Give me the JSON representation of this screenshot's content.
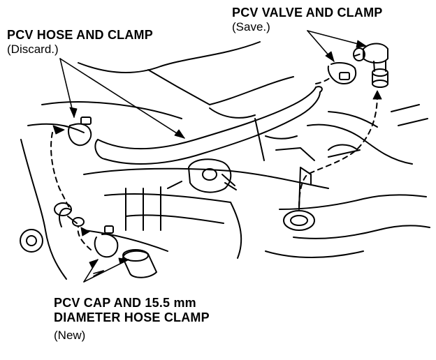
{
  "callouts": {
    "pcv_hose": {
      "title": "PCV HOSE AND CLAMP",
      "note": "(Discard.)"
    },
    "pcv_valve": {
      "title": "PCV VALVE AND CLAMP",
      "note": "(Save.)"
    },
    "pcv_cap": {
      "title_line1": "PCV CAP AND 15.5 mm",
      "title_line2": "DIAMETER HOSE CLAMP",
      "note": "(New)"
    }
  },
  "colors": {
    "ink": "#000000",
    "paper": "#ffffff"
  }
}
